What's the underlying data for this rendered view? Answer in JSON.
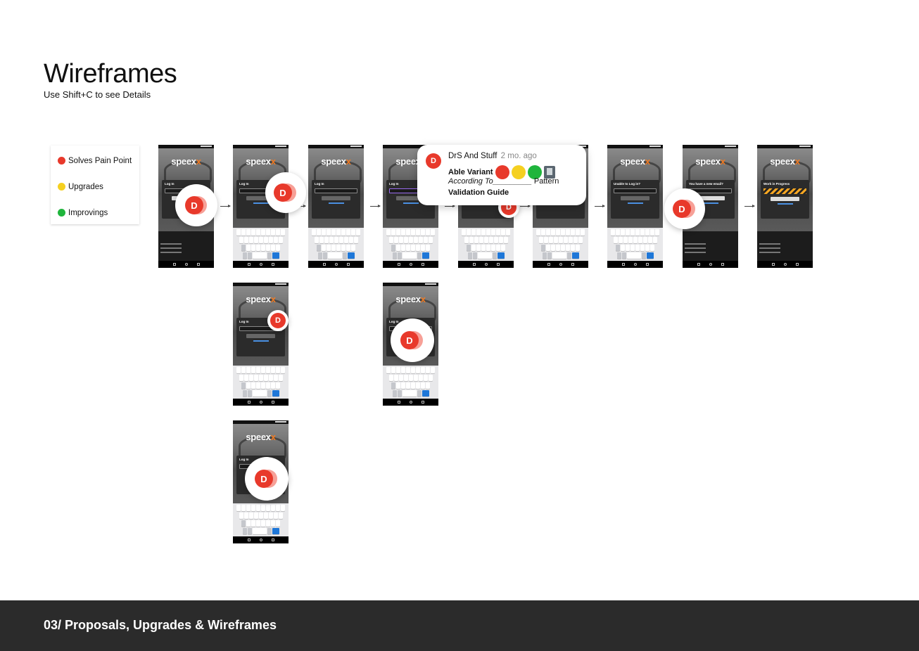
{
  "header": {
    "title": "Wireframes",
    "subtitle": "Use Shift+C to see Details"
  },
  "legend": {
    "items": [
      {
        "label": "Solves Pain Point",
        "color": "#e8392b"
      },
      {
        "label": "Upgrades",
        "color": "#f5d020"
      },
      {
        "label": "Improvings",
        "color": "#1fb53c"
      }
    ]
  },
  "phones": {
    "brand": "speex",
    "brand_accent": "x",
    "screens": [
      {
        "dialog_label": "Log In"
      },
      {
        "dialog_label": "Log In"
      },
      {
        "dialog_label": "Log In"
      },
      {
        "dialog_label": "Log In"
      },
      {
        "dialog_label": "Log In"
      },
      {
        "dialog_label": "Log In"
      },
      {
        "dialog_label": "Unable to Log in?"
      },
      {
        "dialog_label": "You have a new email?"
      },
      {
        "dialog_label": "Work in Progress"
      },
      {
        "dialog_label": "Log In"
      },
      {
        "dialog_label": "Log In"
      },
      {
        "dialog_label": "Log In"
      }
    ]
  },
  "pins": {
    "avatar_letter": "D"
  },
  "comment": {
    "avatar_letter": "D",
    "author": "DrS And Stuff",
    "time": "2 mo. ago",
    "line1": "Able Variant",
    "line2_italic": "According To_________",
    "line2_rest": " Pattern",
    "line3": "Validation Guide",
    "emoji_colors": [
      "#e8392b",
      "#f5d020",
      "#1fb53c"
    ]
  },
  "footer": {
    "label": "03/ Proposals, Upgrades & Wireframes"
  }
}
